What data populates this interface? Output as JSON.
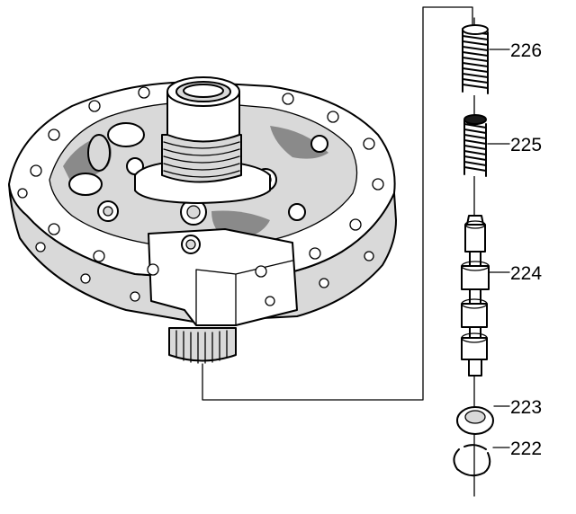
{
  "diagram": {
    "callouts": [
      {
        "id": "spring-226",
        "label": "226"
      },
      {
        "id": "spring-225",
        "label": "225"
      },
      {
        "id": "valve-224",
        "label": "224"
      },
      {
        "id": "bore-plug-223",
        "label": "223"
      },
      {
        "id": "retaining-ring-222",
        "label": "222"
      }
    ]
  }
}
